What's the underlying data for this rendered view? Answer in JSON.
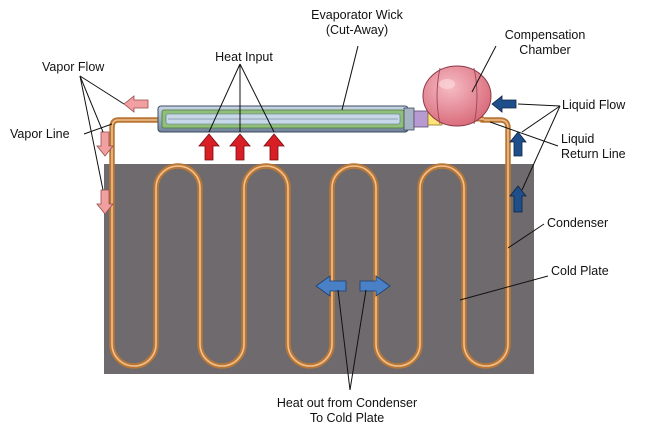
{
  "labels": {
    "evaporator_wick_line1": "Evaporator Wick",
    "evaporator_wick_line2": "(Cut-Away)",
    "compensation_chamber_line1": "Compensation",
    "compensation_chamber_line2": "Chamber",
    "vapor_flow": "Vapor Flow",
    "heat_input": "Heat Input",
    "liquid_flow": "Liquid Flow",
    "vapor_line": "Vapor Line",
    "liquid_return_line_line1": "Liquid",
    "liquid_return_line_line2": "Return Line",
    "condenser": "Condenser",
    "cold_plate": "Cold Plate",
    "heat_out_line1": "Heat out from Condenser",
    "heat_out_line2": "To Cold Plate"
  },
  "colors": {
    "cold_plate": "#6e6a6d",
    "tube": "#d4934f",
    "tube_highlight": "#f2c08c",
    "heat_arrow": "#d81f26",
    "vapor_arrow": "#f0a0a0",
    "liquid_arrow": "#1f4f8a",
    "heat_out_arrow": "#4a80c6",
    "chamber": "#e88a98"
  }
}
